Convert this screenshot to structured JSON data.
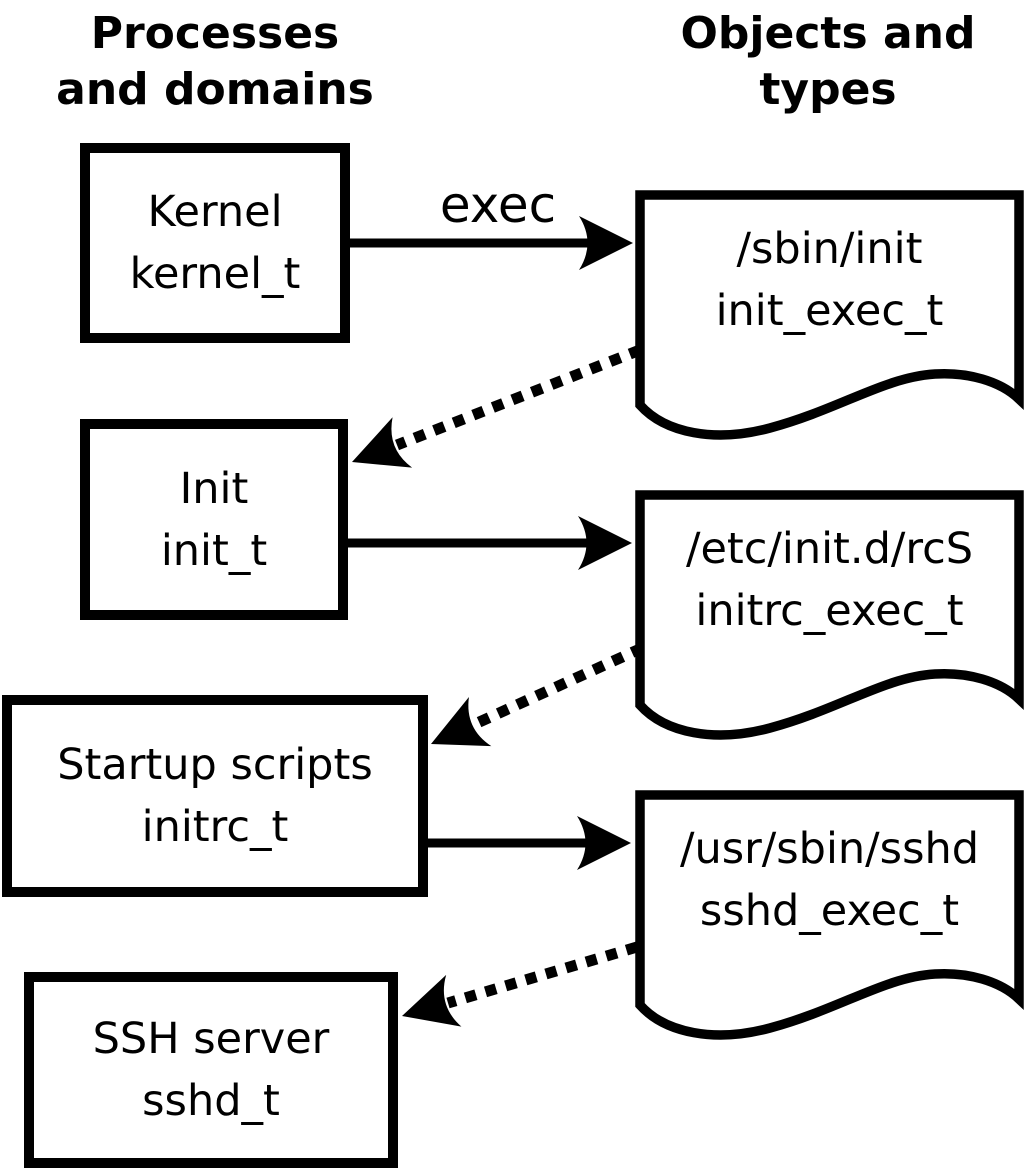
{
  "diagram": {
    "headers": {
      "left_line1": "Processes",
      "left_line2": "and domains",
      "right_line1": "Objects and",
      "right_line2": "types"
    },
    "process_nodes": [
      {
        "id": "kernel",
        "name": "Kernel",
        "domain": "kernel_t"
      },
      {
        "id": "init",
        "name": "Init",
        "domain": "init_t"
      },
      {
        "id": "startup",
        "name": "Startup scripts",
        "domain": "initrc_t"
      },
      {
        "id": "ssh",
        "name": "SSH server",
        "domain": "sshd_t"
      }
    ],
    "object_nodes": [
      {
        "id": "init-exec",
        "path": "/sbin/init",
        "type": "init_exec_t"
      },
      {
        "id": "initrc-exec",
        "path": "/etc/init.d/rcS",
        "type": "initrc_exec_t"
      },
      {
        "id": "sshd-exec",
        "path": "/usr/sbin/sshd",
        "type": "sshd_exec_t"
      }
    ],
    "edges": [
      {
        "from": "kernel",
        "to": "init-exec",
        "style": "solid",
        "label": "exec"
      },
      {
        "from": "init-exec",
        "to": "init",
        "style": "dotted",
        "label": ""
      },
      {
        "from": "init",
        "to": "initrc-exec",
        "style": "solid",
        "label": ""
      },
      {
        "from": "initrc-exec",
        "to": "startup",
        "style": "dotted",
        "label": ""
      },
      {
        "from": "startup",
        "to": "sshd-exec",
        "style": "solid",
        "label": ""
      },
      {
        "from": "sshd-exec",
        "to": "ssh",
        "style": "dotted",
        "label": ""
      }
    ],
    "colors": {
      "ink": "#000000",
      "background": "#ffffff"
    }
  }
}
